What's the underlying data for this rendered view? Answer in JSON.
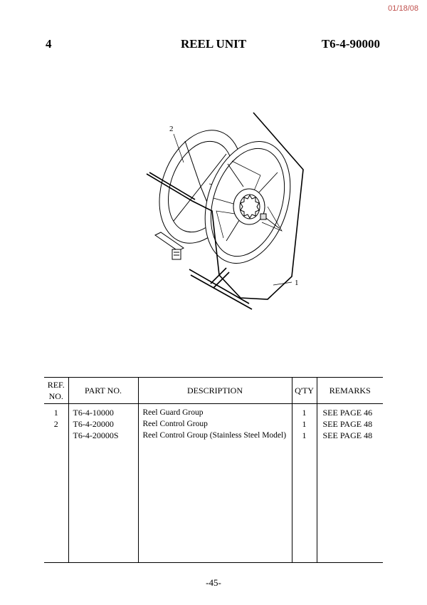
{
  "date": "01/18/08",
  "header": {
    "section": "4",
    "title": "REEL UNIT",
    "catalog_no": "T6-4-90000"
  },
  "callouts": [
    "2",
    "1"
  ],
  "table": {
    "headers": {
      "ref_line1": "REF.",
      "ref_line2": "NO.",
      "part_no": "PART NO.",
      "description": "DESCRIPTION",
      "qty": "Q'TY",
      "remarks": "REMARKS"
    },
    "rows": [
      {
        "ref": "1",
        "part_no": "T6-4-10000",
        "description": "Reel Guard Group",
        "qty": "1",
        "remarks": "SEE PAGE 46"
      },
      {
        "ref": "2",
        "part_no": "T6-4-20000",
        "description": "Reel Control Group",
        "qty": "1",
        "remarks": "SEE PAGE 48"
      },
      {
        "ref": "",
        "part_no": "T6-4-20000S",
        "description": "Reel Control Group (Stainless Steel Model)",
        "qty": "1",
        "remarks": "SEE PAGE 48"
      }
    ]
  },
  "page_number": "-45-"
}
